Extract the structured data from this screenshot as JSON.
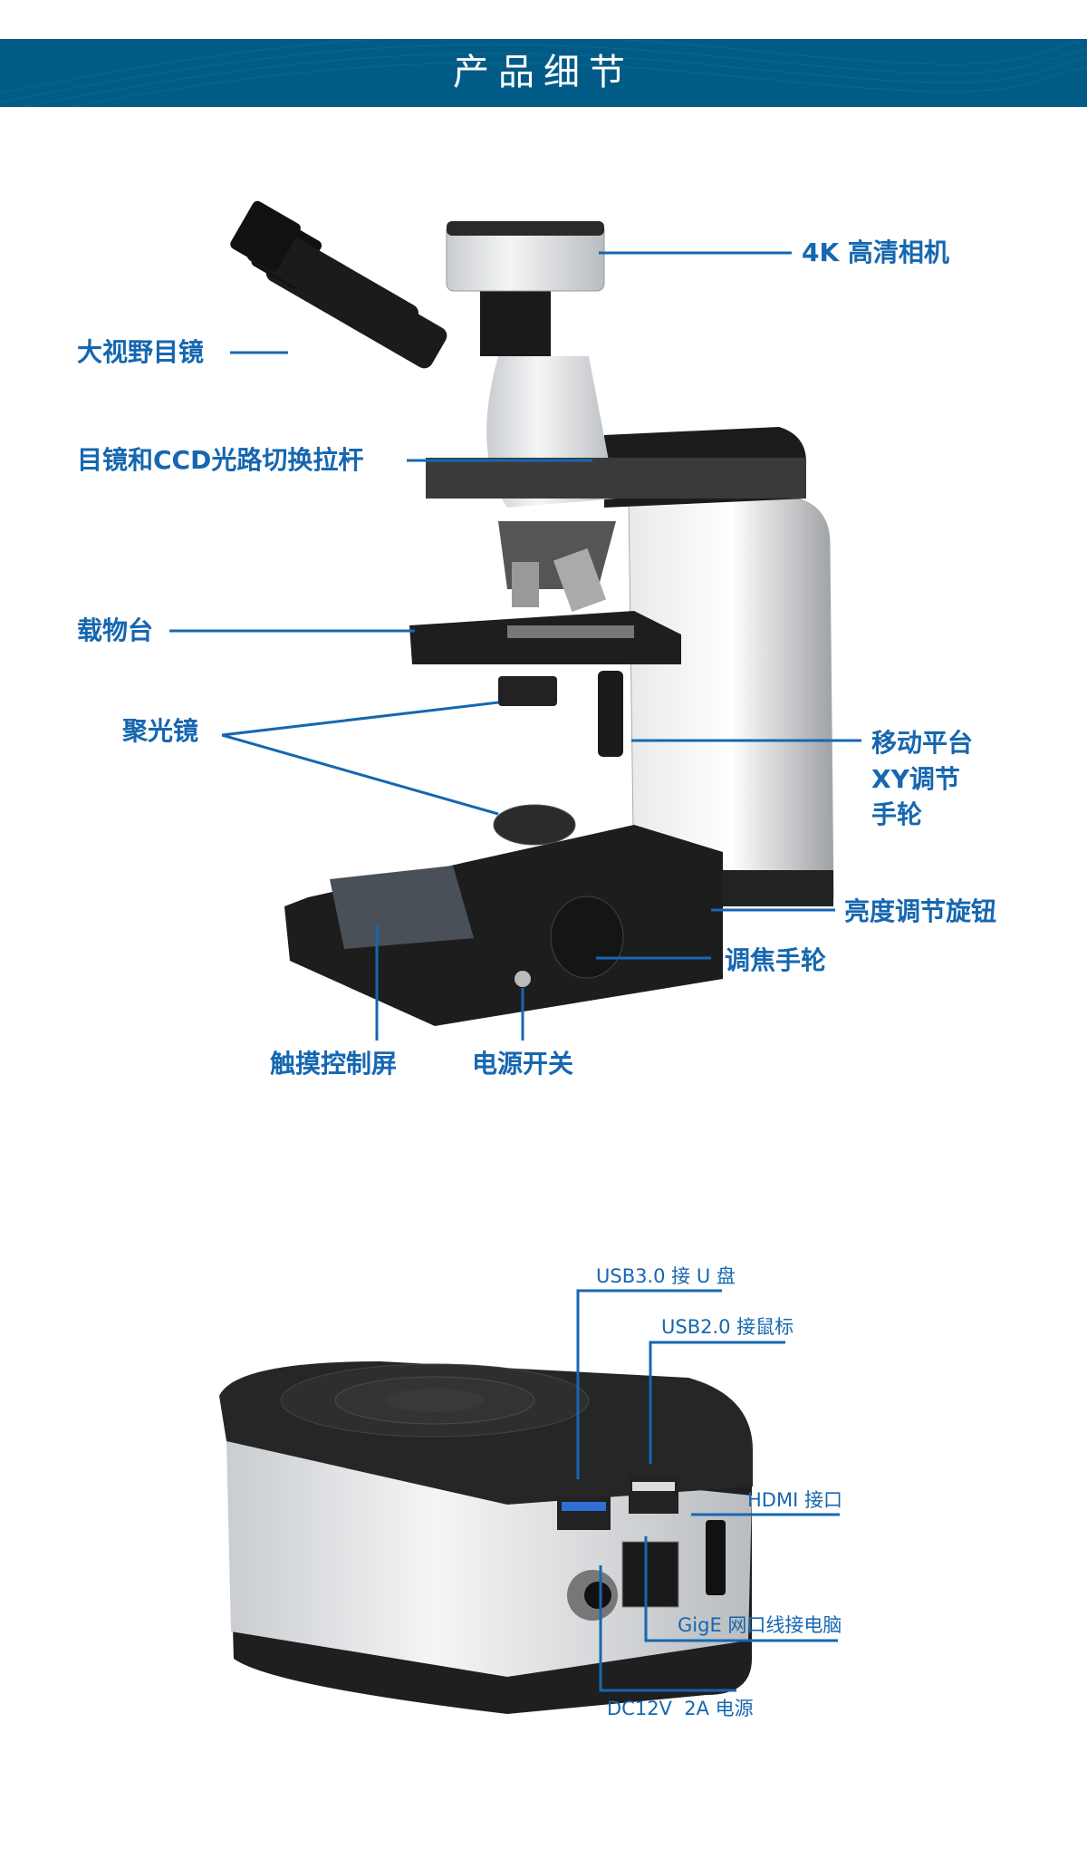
{
  "header": {
    "title": "产品细节"
  },
  "microscope": {
    "labels": {
      "camera": "4K 高清相机",
      "eyepiece": "大视野目镜",
      "switch_lever": "目镜和CCD光路切换拉杆",
      "stage": "载物台",
      "condenser": "聚光镜",
      "xy_knob_line1": "移动平台",
      "xy_knob_line2": "XY调节",
      "xy_knob_line3": "手轮",
      "brightness_knob": "亮度调节旋钮",
      "focus_knob": "调焦手轮",
      "touch_screen": "触摸控制屏",
      "power_switch": "电源开关"
    }
  },
  "camera": {
    "labels": {
      "usb3": "USB3.0 接 U 盘",
      "usb2": "USB2.0 接鼠标",
      "hdmi": "HDMI 接口",
      "gige": "GigE 网口线接电脑",
      "dc": "DC12V  2A 电源"
    }
  },
  "colors": {
    "banner": "#005b86",
    "label": "#1667b0",
    "usb3_blue": "#2f6fd6"
  }
}
